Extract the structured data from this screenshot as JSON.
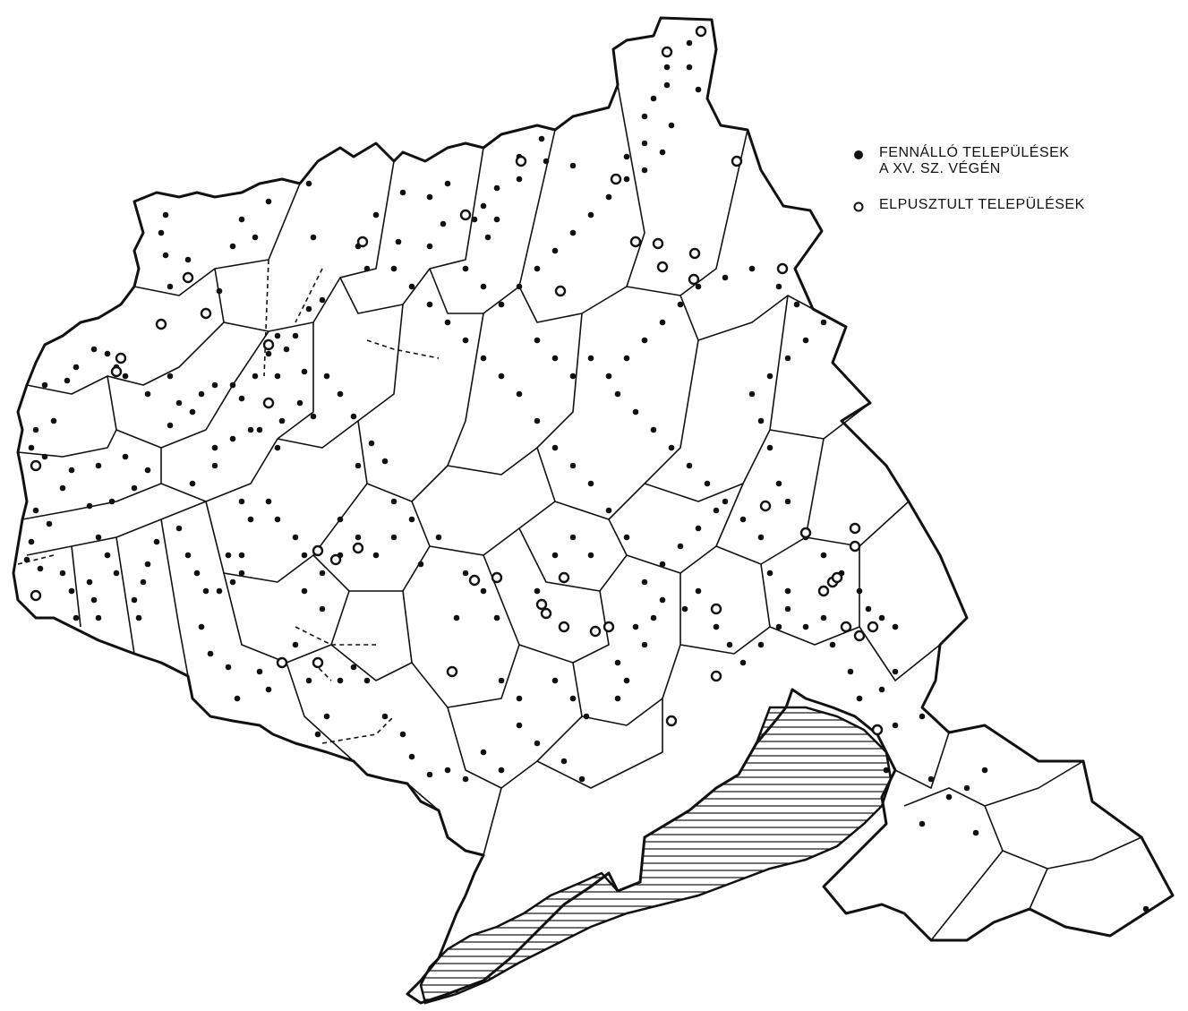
{
  "legend": {
    "existing": {
      "line1": "FENNÁLLÓ TELEPÜLÉSEK",
      "line2": "A XV. SZ. VÉGÉN",
      "icon": "filled-dot-icon"
    },
    "destroyed": {
      "line1": "ELPUSZTULT TELEPÜLÉSEK",
      "icon": "hollow-circle-icon"
    }
  },
  "colors": {
    "ink": "#111111",
    "paper": "#ffffff"
  }
}
